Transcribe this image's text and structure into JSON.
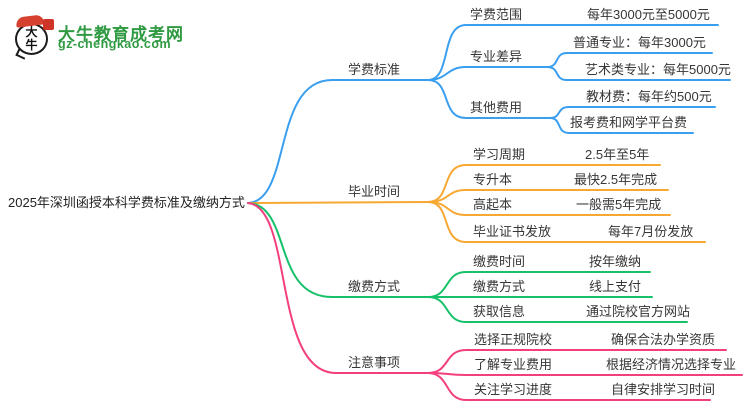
{
  "logo": {
    "site_name": "大牛教育成考网",
    "site_url": "gz-chengkao.com",
    "icon_text_top": "大",
    "icon_text_bottom": "牛",
    "brand_green": "#2f9a41",
    "brand_red": "#d6402e"
  },
  "root": {
    "label": "2025年深圳函授本科学费标准及缴纳方式"
  },
  "branches": [
    {
      "label": "学费标准",
      "color": "#3b9ff0",
      "children": [
        {
          "label": "学费范围",
          "values": [
            "每年3000元至5000元"
          ]
        },
        {
          "label": "专业差异",
          "values": [
            "普通专业：每年3000元",
            "艺术类专业：每年5000元"
          ]
        },
        {
          "label": "其他费用",
          "values": [
            "教材费：每年约500元",
            "报考费和网学平台费"
          ]
        }
      ]
    },
    {
      "label": "毕业时间",
      "color": "#f7a832",
      "children": [
        {
          "label": "学习周期",
          "values": [
            "2.5年至5年"
          ]
        },
        {
          "label": "专升本",
          "values": [
            "最快2.5年完成"
          ]
        },
        {
          "label": "高起本",
          "values": [
            "一般需5年完成"
          ]
        },
        {
          "label": "毕业证书发放",
          "values": [
            "每年7月份发放"
          ]
        }
      ]
    },
    {
      "label": "缴费方式",
      "color": "#17c169",
      "children": [
        {
          "label": "缴费时间",
          "values": [
            "按年缴纳"
          ]
        },
        {
          "label": "缴费方式",
          "values": [
            "线上支付"
          ]
        },
        {
          "label": "获取信息",
          "values": [
            "通过院校官方网站"
          ]
        }
      ]
    },
    {
      "label": "注意事项",
      "color": "#f43f7e",
      "children": [
        {
          "label": "选择正规院校",
          "values": [
            "确保合法办学资质"
          ]
        },
        {
          "label": "了解专业费用",
          "values": [
            "根据经济情况选择专业"
          ]
        },
        {
          "label": "关注学习进度",
          "values": [
            "自律安排学习时间"
          ]
        }
      ]
    }
  ]
}
